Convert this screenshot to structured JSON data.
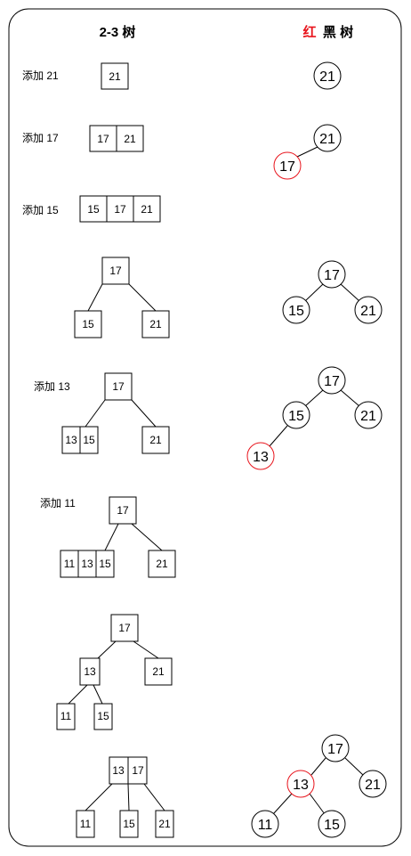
{
  "header": {
    "left_title": "2-3 树",
    "right_title_red": "红",
    "right_title_rest": "黑 树",
    "red_color": "#e8141c"
  },
  "steps": [
    {
      "label": "添加 21"
    },
    {
      "label": "添加 17"
    },
    {
      "label": "添加 15"
    },
    {
      "label": "添加 13"
    },
    {
      "label": "添加 11"
    }
  ],
  "tree23": {
    "s1": [
      "21"
    ],
    "s2": [
      "17",
      "21"
    ],
    "s3": [
      "15",
      "17",
      "21"
    ],
    "s4": {
      "root": "17",
      "left": "15",
      "right": "21"
    },
    "s5": {
      "root": "17",
      "left": [
        "13",
        "15"
      ],
      "right": "21"
    },
    "s6": {
      "root": "17",
      "left": [
        "11",
        "13",
        "15"
      ],
      "right": "21"
    },
    "s7": {
      "root": "17",
      "mid": "13",
      "right": "21",
      "ll": "11",
      "lr": "15"
    },
    "s8": {
      "root": [
        "13",
        "17"
      ],
      "left": "11",
      "mid": "15",
      "right": "21"
    }
  },
  "rb": {
    "r1": {
      "root": "21"
    },
    "r2": {
      "root": "21",
      "left": "17"
    },
    "r4": {
      "root": "17",
      "left": "15",
      "right": "21"
    },
    "r5": {
      "root": "17",
      "left": "15",
      "right": "21",
      "ll": "13"
    },
    "r8": {
      "root": "17",
      "left": "13",
      "right": "21",
      "ll": "11",
      "lr": "15"
    }
  }
}
